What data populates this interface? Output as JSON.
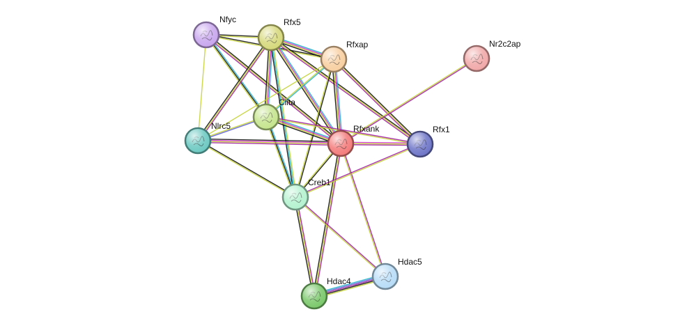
{
  "network": {
    "nodes": [
      {
        "id": "Nfyc",
        "label": "Nfyc",
        "color": "#c8a6ee"
      },
      {
        "id": "Rfx5",
        "label": "Rfx5",
        "color": "#d6d87a"
      },
      {
        "id": "Rfxap",
        "label": "Rfxap",
        "color": "#f8cfa0"
      },
      {
        "id": "Nr2c2ap",
        "label": "Nr2c2ap",
        "color": "#f1a7a7"
      },
      {
        "id": "Ciita",
        "label": "Ciita",
        "color": "#c5e58d"
      },
      {
        "id": "Rfxank",
        "label": "Rfxank",
        "color": "#f47a7a"
      },
      {
        "id": "Rfx1",
        "label": "Rfx1",
        "color": "#6d74c7"
      },
      {
        "id": "Nlrc5",
        "label": "Nlrc5",
        "color": "#6cc9c2"
      },
      {
        "id": "Creb1",
        "label": "Creb1",
        "color": "#b3f2cf"
      },
      {
        "id": "Hdac5",
        "label": "Hdac5",
        "color": "#b7dcf7"
      },
      {
        "id": "Hdac4",
        "label": "Hdac4",
        "color": "#7ac86a"
      }
    ],
    "edges": [
      {
        "s": "Nfyc",
        "t": "Rfx5",
        "ev": [
          "#111111",
          "#c5d33a"
        ]
      },
      {
        "s": "Nfyc",
        "t": "Rfxap",
        "ev": [
          "#111111",
          "#c5d33a"
        ]
      },
      {
        "s": "Nfyc",
        "t": "Ciita",
        "ev": [
          "#21b2c9",
          "#111111",
          "#c5d33a"
        ]
      },
      {
        "s": "Nfyc",
        "t": "Rfxank",
        "ev": [
          "#111111",
          "#c5d33a",
          "#a020a0"
        ]
      },
      {
        "s": "Nfyc",
        "t": "Nlrc5",
        "ev": [
          "#c5d33a"
        ]
      },
      {
        "s": "Rfx5",
        "t": "Rfxap",
        "ev": [
          "#21b2c9",
          "#d236c9",
          "#c5d33a",
          "#111111"
        ]
      },
      {
        "s": "Rfx5",
        "t": "Ciita",
        "ev": [
          "#21b2c9",
          "#d236c9",
          "#c5d33a",
          "#111111"
        ]
      },
      {
        "s": "Rfx5",
        "t": "Rfxank",
        "ev": [
          "#21b2c9",
          "#d236c9",
          "#c5d33a",
          "#111111"
        ]
      },
      {
        "s": "Rfx5",
        "t": "Rfx1",
        "ev": [
          "#111111",
          "#c5d33a",
          "#a020a0"
        ]
      },
      {
        "s": "Rfx5",
        "t": "Nlrc5",
        "ev": [
          "#a020a0",
          "#c5d33a",
          "#111111"
        ]
      },
      {
        "s": "Rfx5",
        "t": "Creb1",
        "ev": [
          "#c5d33a",
          "#21b2c9",
          "#111111"
        ]
      },
      {
        "s": "Rfxap",
        "t": "Ciita",
        "ev": [
          "#21b2c9",
          "#c5d33a"
        ]
      },
      {
        "s": "Rfxap",
        "t": "Rfxank",
        "ev": [
          "#21b2c9",
          "#d236c9",
          "#c5d33a",
          "#111111"
        ]
      },
      {
        "s": "Rfxap",
        "t": "Rfx1",
        "ev": [
          "#111111",
          "#c5d33a",
          "#a020a0"
        ]
      },
      {
        "s": "Rfxap",
        "t": "Nlrc5",
        "ev": [
          "#c5d33a"
        ]
      },
      {
        "s": "Rfxap",
        "t": "Creb1",
        "ev": [
          "#111111",
          "#c5d33a"
        ]
      },
      {
        "s": "Nr2c2ap",
        "t": "Rfxank",
        "ev": [
          "#a020a0",
          "#c5d33a"
        ]
      },
      {
        "s": "Ciita",
        "t": "Rfxank",
        "ev": [
          "#21b2c9",
          "#d236c9",
          "#c5d33a",
          "#111111"
        ]
      },
      {
        "s": "Ciita",
        "t": "Rfx1",
        "ev": [
          "#a020a0",
          "#c5d33a"
        ]
      },
      {
        "s": "Ciita",
        "t": "Nlrc5",
        "ev": [
          "#5f5fd6",
          "#c5d33a"
        ]
      },
      {
        "s": "Ciita",
        "t": "Creb1",
        "ev": [
          "#21b2c9",
          "#111111",
          "#c5d33a"
        ]
      },
      {
        "s": "Rfxank",
        "t": "Rfx1",
        "ev": [
          "#d236c9",
          "#c5d33a",
          "#a020a0"
        ]
      },
      {
        "s": "Rfxank",
        "t": "Nlrc5",
        "ev": [
          "#a020a0",
          "#c5d33a",
          "#d236c9",
          "#111111"
        ]
      },
      {
        "s": "Rfxank",
        "t": "Creb1",
        "ev": [
          "#111111",
          "#c5d33a"
        ]
      },
      {
        "s": "Rfxank",
        "t": "Hdac4",
        "ev": [
          "#a020a0",
          "#c5d33a",
          "#111111"
        ]
      },
      {
        "s": "Rfxank",
        "t": "Hdac5",
        "ev": [
          "#a020a0",
          "#c5d33a"
        ]
      },
      {
        "s": "Rfx1",
        "t": "Creb1",
        "ev": [
          "#c5d33a",
          "#a020a0"
        ]
      },
      {
        "s": "Nlrc5",
        "t": "Creb1",
        "ev": [
          "#111111",
          "#c5d33a"
        ]
      },
      {
        "s": "Creb1",
        "t": "Hdac4",
        "ev": [
          "#a020a0",
          "#c5d33a",
          "#111111"
        ]
      },
      {
        "s": "Creb1",
        "t": "Hdac5",
        "ev": [
          "#a020a0",
          "#c5d33a"
        ]
      },
      {
        "s": "Hdac4",
        "t": "Hdac5",
        "ev": [
          "#21b2c9",
          "#5f5fd6",
          "#a020a0",
          "#111111",
          "#c5d33a"
        ]
      }
    ]
  }
}
